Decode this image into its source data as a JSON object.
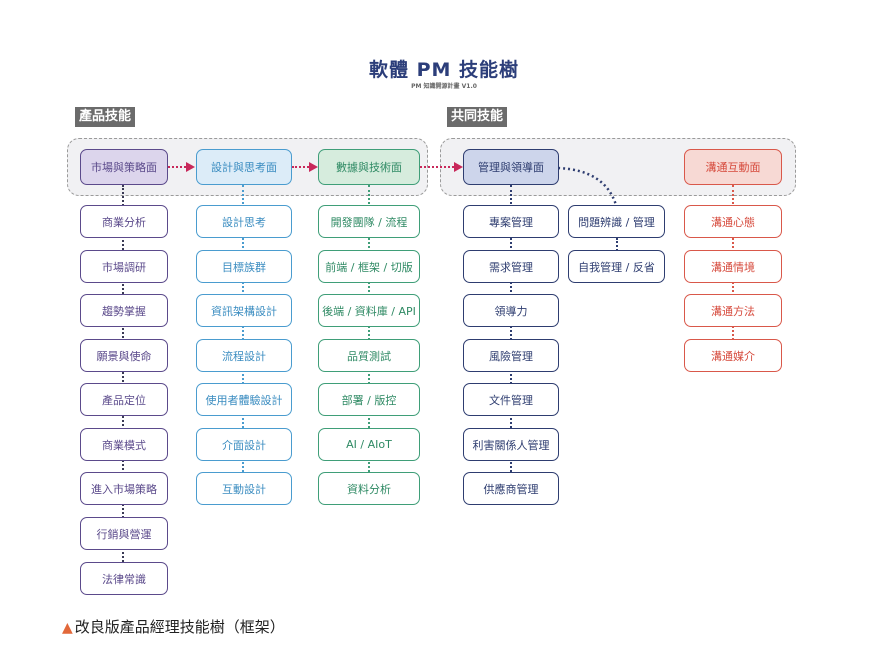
{
  "header": {
    "title": "軟體 PM 技能樹",
    "subtitle": "PM 知識開源計畫 V1.0"
  },
  "sections": {
    "product": {
      "label": "產品技能"
    },
    "common": {
      "label": "共同技能"
    }
  },
  "columns": [
    {
      "id": "market",
      "head": "市場與策略面",
      "color": "#5b4a8b",
      "items": [
        "商業分析",
        "市場調研",
        "趨勢掌握",
        "願景與使命",
        "產品定位",
        "商業模式",
        "進入市場策略",
        "行銷與營運",
        "法律常識"
      ]
    },
    {
      "id": "design",
      "head": "設計與思考面",
      "color": "#4a9ccf",
      "items": [
        "設計思考",
        "目標族群",
        "資訊架構設計",
        "流程設計",
        "使用者體驗設計",
        "介面設計",
        "互動設計"
      ]
    },
    {
      "id": "tech",
      "head": "數據與技術面",
      "color": "#3f9e78",
      "items": [
        "開發團隊 / 流程",
        "前端 / 框架 / 切版",
        "後端 / 資料庫 / API",
        "品質測試",
        "部署 / 版控",
        "AI / AIoT",
        "資料分析"
      ]
    },
    {
      "id": "manage",
      "head": "管理與領導面",
      "color": "#2e3d70",
      "items": [
        "專案管理",
        "需求管理",
        "領導力",
        "風險管理",
        "文件管理",
        "利害關係人管理",
        "供應商管理"
      ],
      "branch": [
        "問題辨識 / 管理",
        "自我管理 / 反省"
      ]
    },
    {
      "id": "comm",
      "head": "溝通互動面",
      "color": "#d9584a",
      "items": [
        "溝通心態",
        "溝通情境",
        "溝通方法",
        "溝通媒介"
      ]
    }
  ],
  "arrow_color": "#c8285a",
  "caption": {
    "marker": "▲",
    "text": "改良版產品經理技能樹（框架）"
  }
}
